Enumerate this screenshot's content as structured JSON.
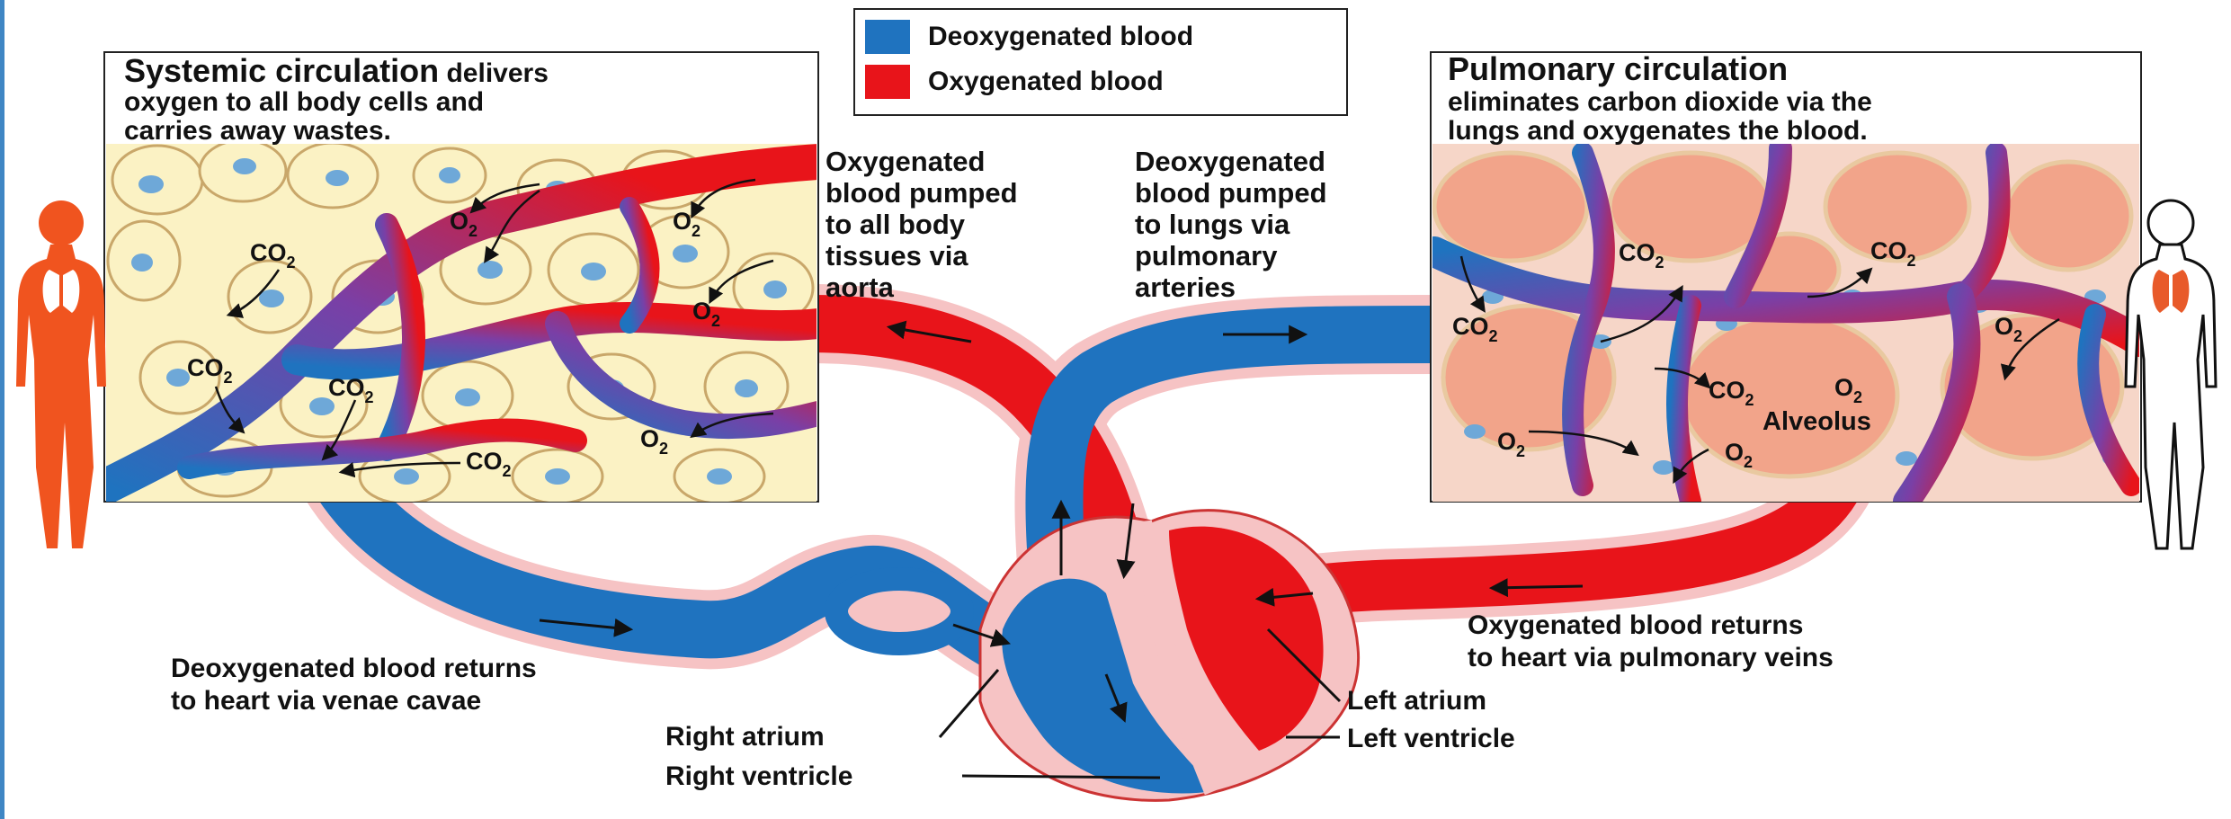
{
  "colors": {
    "deoxygenated": "#1f73bf",
    "oxygenated": "#e8141a",
    "mixed": "#7a3fa6",
    "cell_fill": "#fbf2c4",
    "nucleus": "#6ea8d8",
    "alveolus_fill": "#f2a48a",
    "sheath": "#f6c3c4",
    "silhouette_left": "#f0541f"
  },
  "legend": {
    "deoxygenated_label": "Deoxygenated blood",
    "oxygenated_label": "Oxygenated blood"
  },
  "systemic": {
    "title_strong": "Systemic circulation",
    "title_rest": " delivers",
    "line2": "oxygen to all body cells and",
    "line3": "carries away wastes.",
    "gas_labels": [
      "CO2",
      "CO2",
      "CO2",
      "CO2",
      "O2",
      "O2",
      "O2",
      "O2"
    ]
  },
  "pulmonary": {
    "title": "Pulmonary circulation",
    "line2": "eliminates carbon dioxide via the",
    "line3": "lungs and oxygenates the blood.",
    "alveolus_label": "Alveolus",
    "gas_labels": [
      "CO2",
      "CO2",
      "CO2",
      "CO2",
      "O2",
      "O2",
      "O2",
      "O2"
    ]
  },
  "annotations": {
    "aorta": [
      "Oxygenated",
      "blood pumped",
      "to all body",
      "tissues via",
      "aorta"
    ],
    "pulmonary_arteries": [
      "Deoxygenated",
      "blood pumped",
      "to lungs via",
      "pulmonary",
      "arteries"
    ],
    "venae_cavae": [
      "Deoxygenated blood returns",
      "to heart via venae cavae"
    ],
    "pulmonary_veins": [
      "Oxygenated blood returns",
      "to heart via pulmonary veins"
    ]
  },
  "heart_labels": {
    "right_atrium": "Right atrium",
    "right_ventricle": "Right ventricle",
    "left_atrium": "Left atrium",
    "left_ventricle": "Left ventricle"
  }
}
